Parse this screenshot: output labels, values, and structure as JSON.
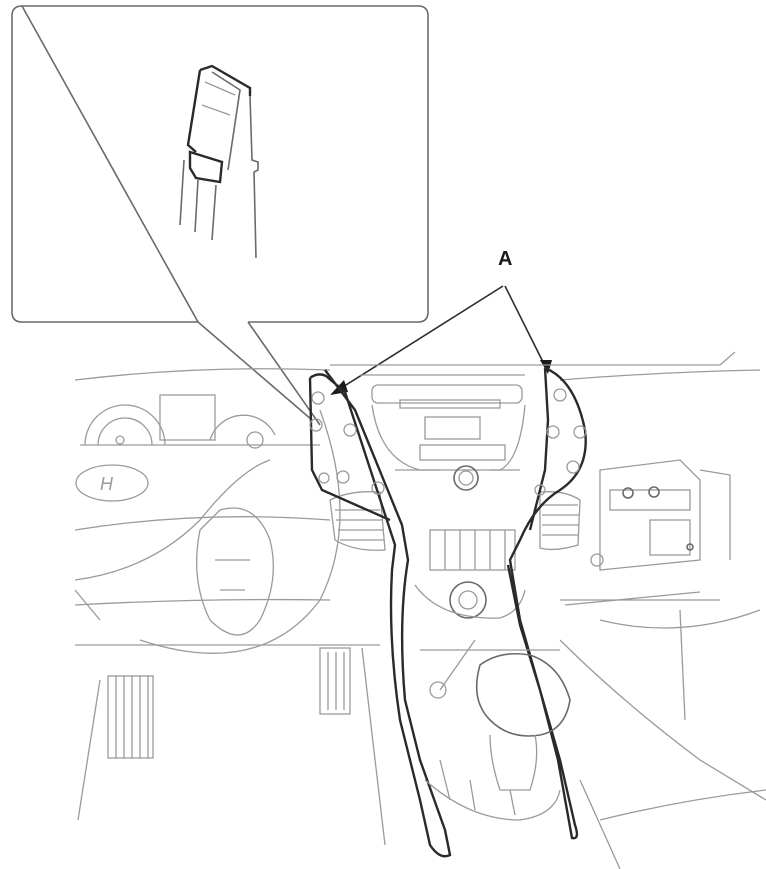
{
  "diagram": {
    "type": "service-manual-illustration",
    "subject": "Center fascia panel side trim removal",
    "callout_label": "A",
    "inset": {
      "description": "Detail of retaining clip"
    },
    "parts": [
      {
        "id": "A",
        "name": "Center fascia side trim panels (left and right)"
      }
    ]
  },
  "colors": {
    "line_dark": "#2a2a2a",
    "line_light": "#9a9a9a",
    "background": "#ffffff"
  }
}
